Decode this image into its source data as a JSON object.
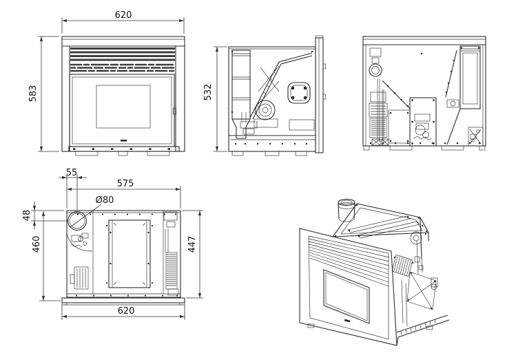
{
  "page": {
    "background": "#ffffff"
  },
  "drawing": {
    "type": "technical-orthographic-views",
    "subject": "fireplace-insert-stove",
    "line_color": "#2b2b2b",
    "dimension_text_color": "#111111",
    "views": {
      "front": {
        "dimensions": {
          "overall_width_mm": "620",
          "overall_height_mm": "583"
        }
      },
      "side": {
        "dimensions": {
          "overall_height_mm": "532"
        }
      },
      "back": {
        "dimensions": {}
      },
      "top": {
        "dimensions": {
          "flue_offset_from_left_mm": "55",
          "body_width_mm": "575",
          "flue_diameter": "Ø80",
          "flue_offset_from_back_mm": "48",
          "depth_left_mm": "460",
          "depth_right_mm": "447",
          "overall_width_mm": "620"
        }
      },
      "isometric": {
        "dimensions": {}
      }
    }
  }
}
